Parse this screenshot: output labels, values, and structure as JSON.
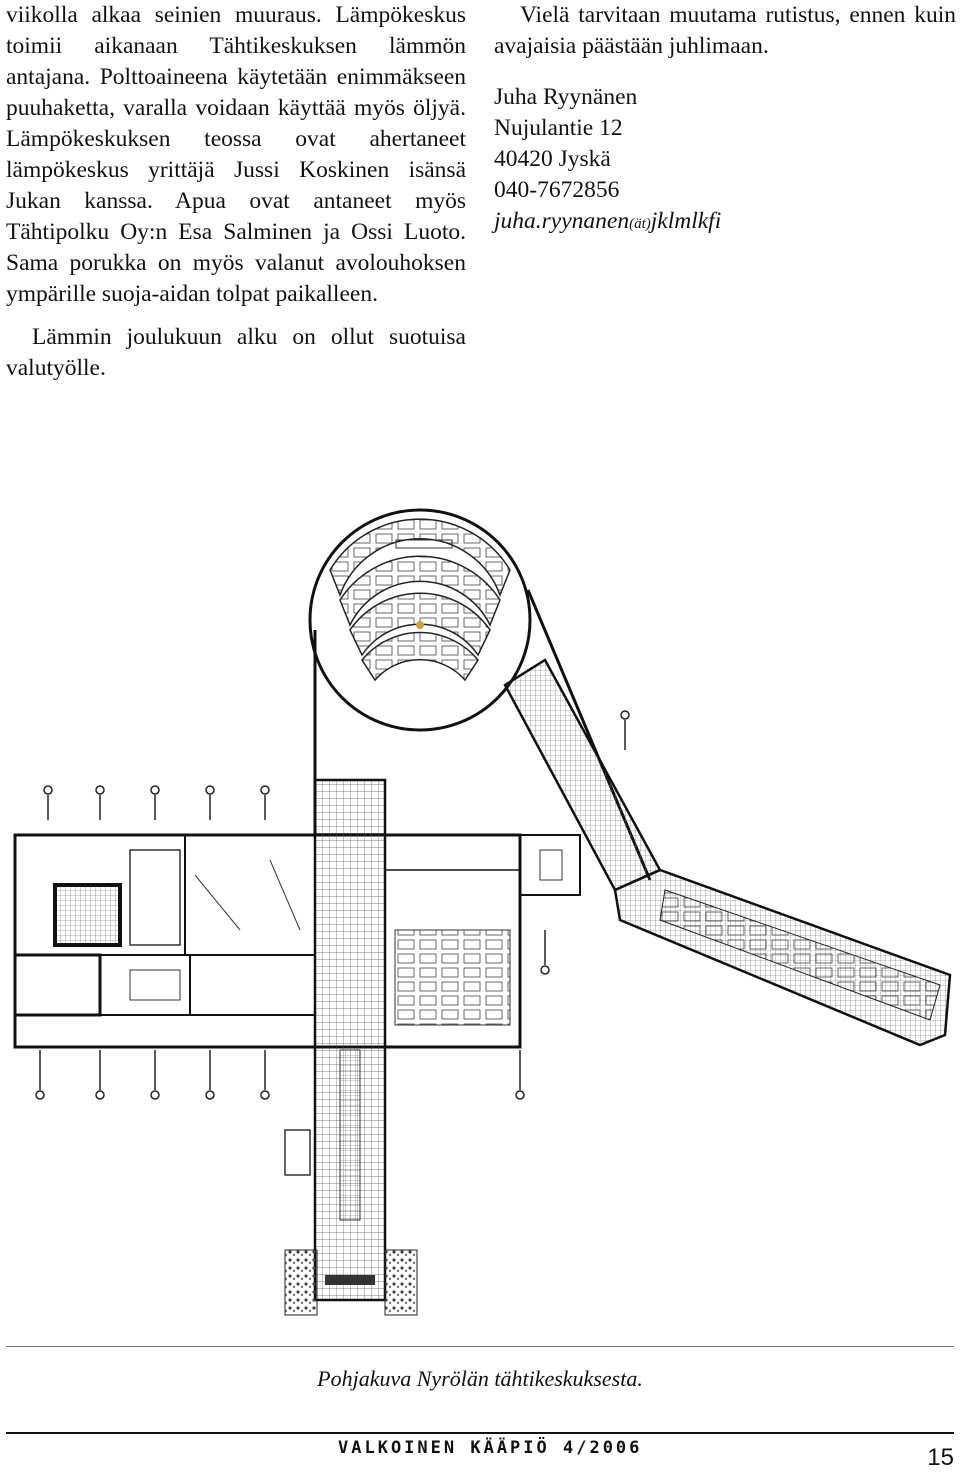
{
  "article": {
    "left_paragraphs": [
      "viikolla alkaa seinien muuraus. Lämpökeskus toimii aikanaan Tähtikeskuksen lämmön antajana. Polttoaineena käytetään enimmäkseen puuhaketta, varalla voidaan käyttää myös öljyä. Lämpökeskuksen teossa ovat ahertaneet lämpökeskus yrittäjä Jussi Koskinen isänsä Jukan kanssa. Apua ovat antaneet myös Tähtipolku Oy:n Esa Salminen ja Ossi Luoto. Sama porukka on myös valanut avolouhoksen ympärille suoja-aidan tolpat paikalleen.",
      "Lämmin joulukuun alku on ollut suotuisa valutyölle."
    ],
    "right_paragraph": "Vielä tarvitaan muutama rutistus, ennen kuin avajaisia päästään juhlimaan.",
    "contact": {
      "name": "Juha Ryynänen",
      "street": "Nujulantie 12",
      "city": "40420 Jyskä",
      "phone": "040-7672856",
      "email_user": "juha.ryynanen",
      "email_at": "(ät)",
      "email_domain": "jklmlkfi"
    }
  },
  "figure": {
    "caption": "Pohjakuva Nyrölän tähtikeskuksesta."
  },
  "footer": {
    "magazine": "VALKOINEN KÄÄPIÖ 4/2006",
    "page_number": "15"
  }
}
